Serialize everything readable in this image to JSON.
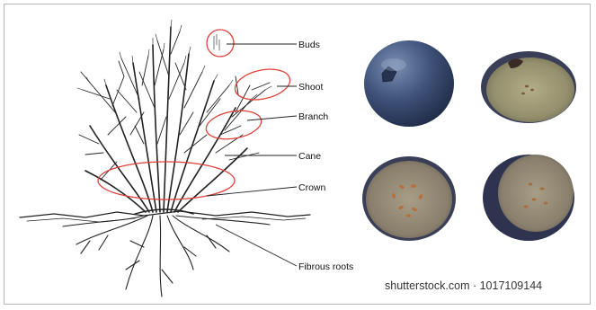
{
  "labels": {
    "buds": "Buds",
    "shoot": "Shoot",
    "branch": "Branch",
    "cane": "Cane",
    "crown": "Crown",
    "fibrous_roots": "Fibrous roots"
  },
  "watermark": "shutterstock.com · 1017109144",
  "colors": {
    "highlight_circle": "#e0413a",
    "berry_skin": "#3a4c6e",
    "berry_flesh": "#8c8a6c",
    "ink": "#222222"
  },
  "icons": [
    "blueberry-whole",
    "blueberry-half-stem",
    "blueberry-half-seeds",
    "blueberry-half-skin"
  ]
}
